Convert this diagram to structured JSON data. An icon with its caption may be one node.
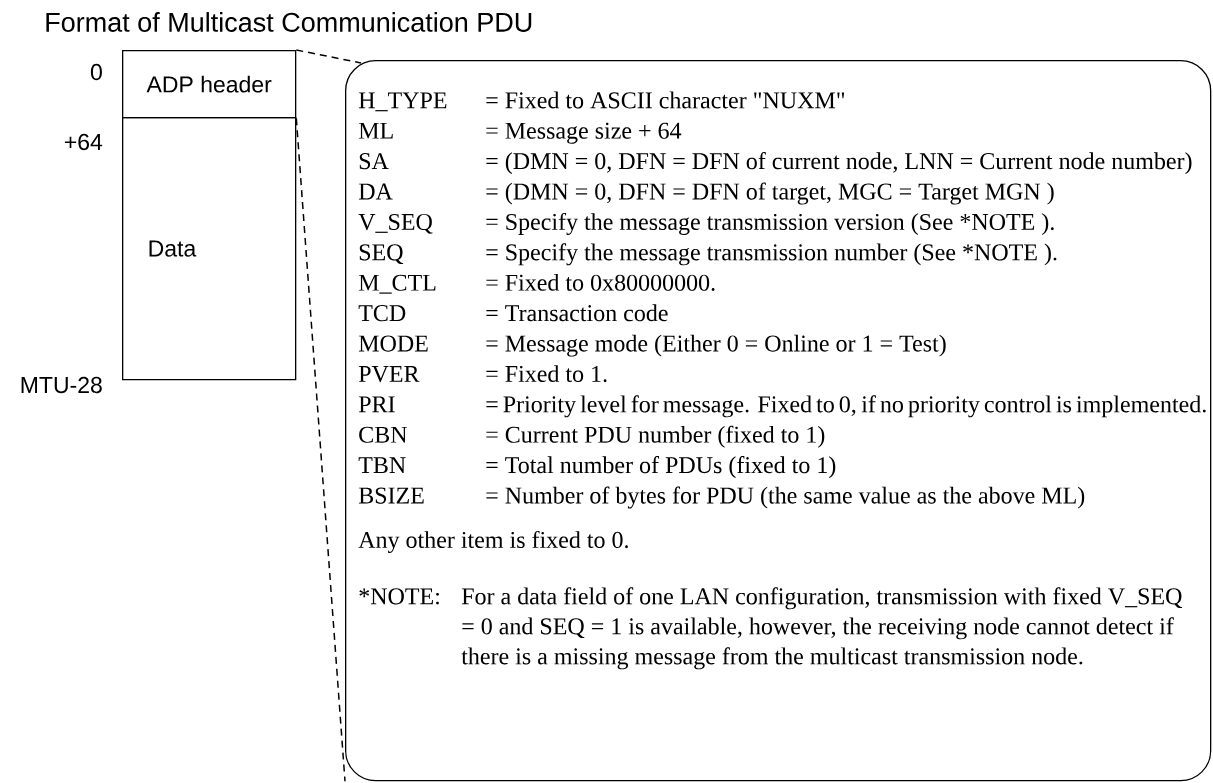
{
  "diagram": {
    "title": "Format of Multicast Communication PDU",
    "nodes": [
      {
        "text": [
          "ADP header"
        ]
      },
      {
        "text": [
          "Data"
        ]
      },
      {
        "text": [
          "H_TYPE",
          "= Fixed to ASCII character \"NUXM\"",
          "ML",
          "= Message size + 64",
          "SA",
          "= (DMN = 0, DFN = DFN of current node, LNN = Current node number)",
          "DA",
          "= (DMN = 0, DFN = DFN of target, MGC = Target MGN )",
          "V_SEQ",
          "= Specify the message transmission version (See *NOTE ).",
          "SEQ",
          "= Specify the message transmission number (See *NOTE ).",
          "M_CTL",
          "= Fixed to 0x80000000.",
          "TCD",
          "= Transaction code",
          "MODE",
          "= Message mode (Either 0 = Online or 1 = Test)",
          "PVER",
          "= Fixed to 1.",
          "PRI",
          "= Priority level for message. Fixed to 0, if no priority control is implemented.",
          "CBN",
          "= Current PDU number (fixed to 1)",
          "TBN",
          "= Total number of PDUs (fixed to 1)",
          "BSIZE",
          "= Number of bytes for PDU (the same value as the above ML)",
          "Any other item is fixed to 0.",
          "*NOTE:",
          "For a data field of one LAN configuration, transmission with fixed V_SEQ = 0 and SEQ = 1 is available, however, the receiving node cannot detect if there is a missing message from the multicast transmission node."
        ]
      }
    ],
    "edges": [
      {
        "from": 0,
        "to": 2,
        "arrow": "none",
        "style": "dashed"
      },
      {
        "from": 0,
        "to": 2,
        "arrow": "none",
        "style": "dashed"
      }
    ],
    "labels": [
      "0",
      "+64",
      "MTU-28"
    ]
  }
}
